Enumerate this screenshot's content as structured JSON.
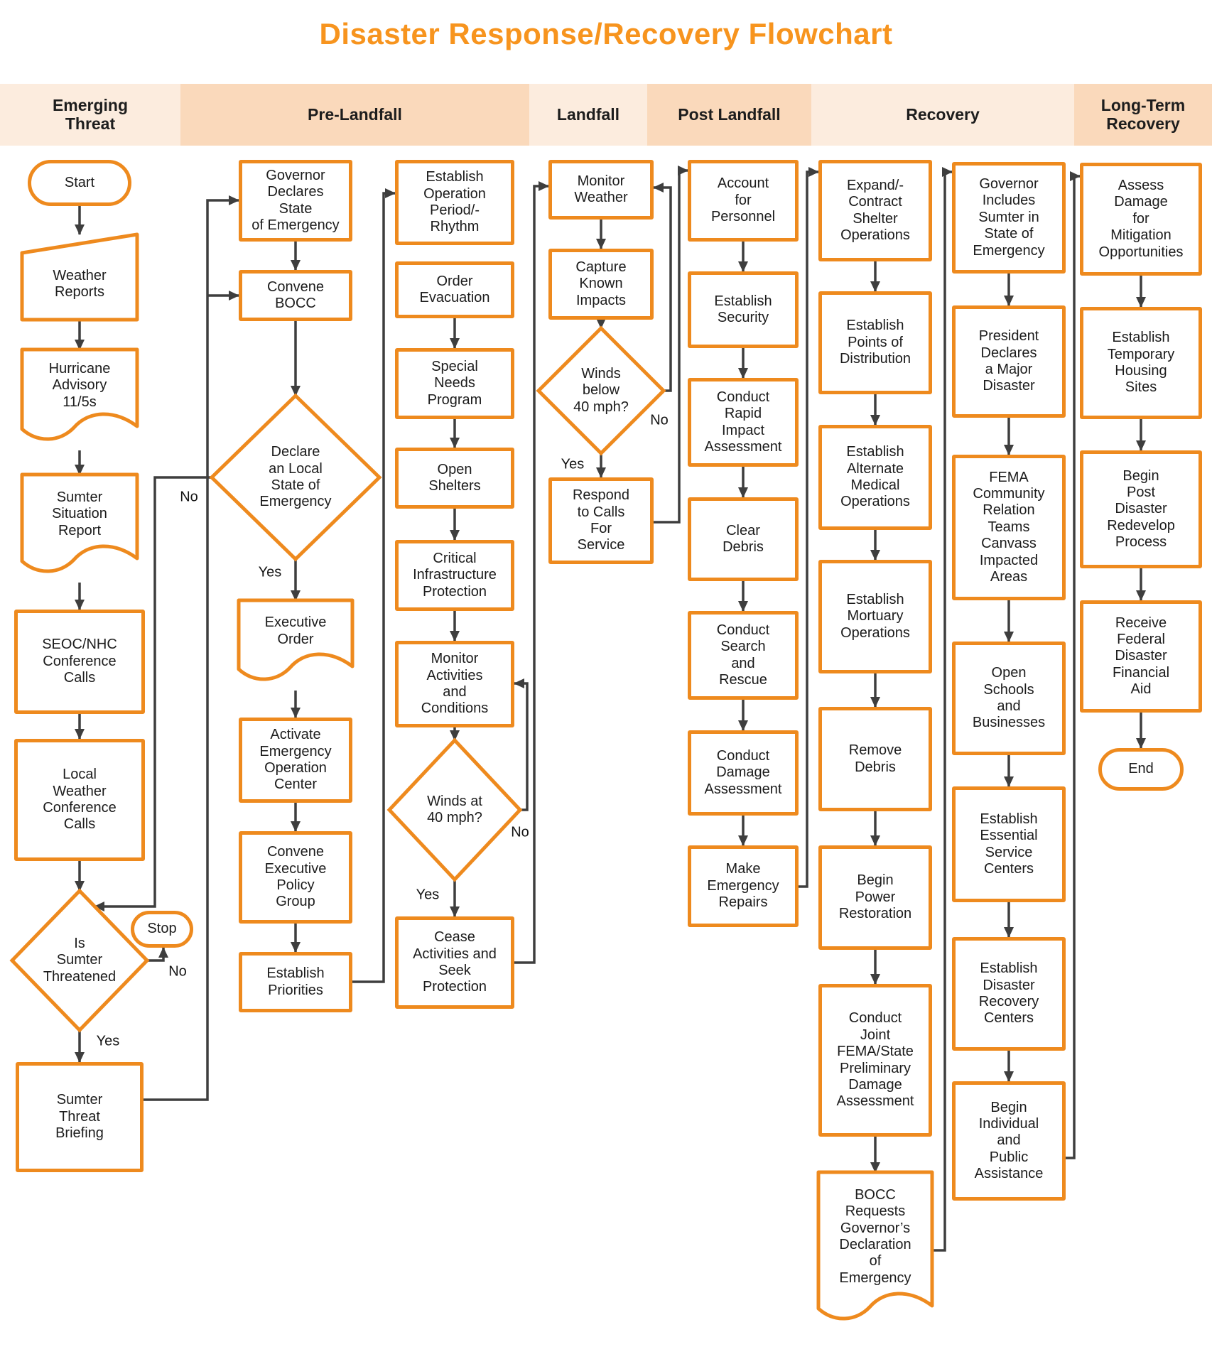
{
  "title": "Disaster Response/Recovery Flowchart",
  "colors": {
    "title_orange": "#F7941E",
    "shape_border_orange": "#EE8A1E",
    "connector_gray": "#3E3E3E",
    "text_dark": "#1C1C1C",
    "lane_light": "#FCECDE",
    "lane_dark": "#FAD9BB"
  },
  "lanes": [
    {
      "label": "Emerging Threat"
    },
    {
      "label": "Pre-Landfall"
    },
    {
      "label": "Landfall"
    },
    {
      "label": "Post Landfall"
    },
    {
      "label": "Recovery"
    },
    {
      "label": "Long-Term Recovery"
    }
  ],
  "nodes": [
    {
      "id": "start",
      "shape": "stadium",
      "label": "Start"
    },
    {
      "id": "weather_reports",
      "shape": "manual",
      "label": "Weather\nReports"
    },
    {
      "id": "hurricane_advisory",
      "shape": "document",
      "label": "Hurricane\nAdvisory\n11/5s"
    },
    {
      "id": "sumter_sitrep",
      "shape": "document",
      "label": "Sumter\nSituation\nReport"
    },
    {
      "id": "seoc_nhc",
      "shape": "rect",
      "label": "SEOC/NHC\nConference\nCalls"
    },
    {
      "id": "local_weather",
      "shape": "rect",
      "label": "Local\nWeather\nConference\nCalls"
    },
    {
      "id": "is_sumter",
      "shape": "diamond",
      "label": "Is\nSumter\nThreatened"
    },
    {
      "id": "stop",
      "shape": "stadium",
      "label": "Stop"
    },
    {
      "id": "sumter_briefing",
      "shape": "rect",
      "label": "Sumter\nThreat\nBriefing"
    },
    {
      "id": "governor_soe",
      "shape": "rect",
      "label": "Governor\nDeclares\nState\nof Emergency"
    },
    {
      "id": "convene_bocc",
      "shape": "rect",
      "label": "Convene\nBOCC"
    },
    {
      "id": "declare_soe",
      "shape": "diamond",
      "label": "Declare\nan Local\nState of\nEmergency"
    },
    {
      "id": "executive_order",
      "shape": "document",
      "label": "Executive\nOrder"
    },
    {
      "id": "activate_eoc",
      "shape": "rect",
      "label": "Activate\nEmergency\nOperation\nCenter"
    },
    {
      "id": "convene_epg",
      "shape": "rect",
      "label": "Convene\nExecutive\nPolicy\nGroup"
    },
    {
      "id": "establish_priorities",
      "shape": "rect",
      "label": "Establish\nPriorities"
    },
    {
      "id": "establish_op",
      "shape": "rect",
      "label": "Establish\nOperation\nPeriod/-\nRhythm"
    },
    {
      "id": "order_evac",
      "shape": "rect",
      "label": "Order\nEvacuation"
    },
    {
      "id": "special_needs",
      "shape": "rect",
      "label": "Special\nNeeds\nProgram"
    },
    {
      "id": "open_shelters",
      "shape": "rect",
      "label": "Open\nShelters"
    },
    {
      "id": "critical_infra",
      "shape": "rect",
      "label": "Critical\nInfrastructure\nProtection"
    },
    {
      "id": "monitor_activities",
      "shape": "rect",
      "label": "Monitor\nActivities\nand\nConditions"
    },
    {
      "id": "winds40",
      "shape": "diamond",
      "label": "Winds at\n40 mph?"
    },
    {
      "id": "cease_activities",
      "shape": "rect",
      "label": "Cease\nActivities and\nSeek\nProtection"
    },
    {
      "id": "monitor_weather",
      "shape": "rect",
      "label": "Monitor\nWeather"
    },
    {
      "id": "capture_impacts",
      "shape": "rect",
      "label": "Capture\nKnown\nImpacts"
    },
    {
      "id": "winds_below",
      "shape": "diamond",
      "label": "Winds\nbelow\n40 mph?"
    },
    {
      "id": "respond_calls",
      "shape": "rect",
      "label": "Respond\nto Calls\nFor\nService"
    },
    {
      "id": "account_personnel",
      "shape": "rect",
      "label": "Account\nfor\nPersonnel"
    },
    {
      "id": "establish_security",
      "shape": "rect",
      "label": "Establish\nSecurity"
    },
    {
      "id": "conduct_rapid",
      "shape": "rect",
      "label": "Conduct\nRapid\nImpact\nAssessment"
    },
    {
      "id": "clear_debris",
      "shape": "rect",
      "label": "Clear\nDebris"
    },
    {
      "id": "conduct_sar",
      "shape": "rect",
      "label": "Conduct\nSearch\nand\nRescue"
    },
    {
      "id": "conduct_damage",
      "shape": "rect",
      "label": "Conduct\nDamage\nAssessment"
    },
    {
      "id": "make_repairs",
      "shape": "rect",
      "label": "Make\nEmergency\nRepairs"
    },
    {
      "id": "expand_shelter",
      "shape": "rect",
      "label": "Expand/-\nContract\nShelter\nOperations"
    },
    {
      "id": "points_distribution",
      "shape": "rect",
      "label": "Establish\nPoints of\nDistribution"
    },
    {
      "id": "alt_medical",
      "shape": "rect",
      "label": "Establish\nAlternate\nMedical\nOperations"
    },
    {
      "id": "mortuary",
      "shape": "rect",
      "label": "Establish\nMortuary\nOperations"
    },
    {
      "id": "remove_debris",
      "shape": "rect",
      "label": "Remove\nDebris"
    },
    {
      "id": "power_restoration",
      "shape": "rect",
      "label": "Begin\nPower\nRestoration"
    },
    {
      "id": "joint_pda",
      "shape": "rect",
      "label": "Conduct\nJoint\nFEMA/State\nPreliminary\nDamage\nAssessment"
    },
    {
      "id": "bocc_requests",
      "shape": "document",
      "label": "BOCC\nRequests\nGovernor’s\nDeclaration\nof\nEmergency"
    },
    {
      "id": "governor_includes",
      "shape": "rect",
      "label": "Governor\nIncludes\nSumter in\nState of\nEmergency"
    },
    {
      "id": "president_declares",
      "shape": "rect",
      "label": "President\nDeclares\na Major\nDisaster"
    },
    {
      "id": "fema_crt",
      "shape": "rect",
      "label": "FEMA\nCommunity\nRelation\nTeams\nCanvass\nImpacted\nAreas"
    },
    {
      "id": "open_schools",
      "shape": "rect",
      "label": "Open\nSchools\nand\nBusinesses"
    },
    {
      "id": "essential_centers",
      "shape": "rect",
      "label": "Establish\nEssential\nService\nCenters"
    },
    {
      "id": "drc",
      "shape": "rect",
      "label": "Establish\nDisaster\nRecovery\nCenters"
    },
    {
      "id": "begin_ia",
      "shape": "rect",
      "label": "Begin\nIndividual\nand\nPublic\nAssistance"
    },
    {
      "id": "assess_damage",
      "shape": "rect",
      "label": "Assess\nDamage\nfor\nMitigation\nOpportunities"
    },
    {
      "id": "temp_housing",
      "shape": "rect",
      "label": "Establish\nTemporary\nHousing\nSites"
    },
    {
      "id": "begin_post",
      "shape": "rect",
      "label": "Begin\nPost\nDisaster\nRedevelop\nProcess"
    },
    {
      "id": "receive_aid",
      "shape": "rect",
      "label": "Receive\nFederal\nDisaster\nFinancial\nAid"
    },
    {
      "id": "end",
      "shape": "stadium",
      "label": "End"
    }
  ],
  "edges": [
    {
      "from": "start",
      "to": "weather_reports"
    },
    {
      "from": "weather_reports",
      "to": "hurricane_advisory"
    },
    {
      "from": "hurricane_advisory",
      "to": "sumter_sitrep"
    },
    {
      "from": "sumter_sitrep",
      "to": "seoc_nhc"
    },
    {
      "from": "seoc_nhc",
      "to": "local_weather"
    },
    {
      "from": "local_weather",
      "to": "is_sumter"
    },
    {
      "from": "is_sumter",
      "to": "stop",
      "label": "No"
    },
    {
      "from": "is_sumter",
      "to": "sumter_briefing",
      "label": "Yes"
    },
    {
      "from": "sumter_briefing",
      "to": "governor_soe"
    },
    {
      "from": "sumter_briefing",
      "to": "convene_bocc"
    },
    {
      "from": "governor_soe",
      "to": "convene_bocc"
    },
    {
      "from": "convene_bocc",
      "to": "declare_soe"
    },
    {
      "from": "declare_soe",
      "to": "executive_order",
      "label": "Yes"
    },
    {
      "from": "declare_soe",
      "to": "is_sumter",
      "label": "No"
    },
    {
      "from": "executive_order",
      "to": "activate_eoc"
    },
    {
      "from": "activate_eoc",
      "to": "convene_epg"
    },
    {
      "from": "convene_epg",
      "to": "establish_priorities"
    },
    {
      "from": "establish_priorities",
      "to": "establish_op"
    },
    {
      "from": "order_evac",
      "to": "special_needs"
    },
    {
      "from": "special_needs",
      "to": "open_shelters"
    },
    {
      "from": "open_shelters",
      "to": "critical_infra"
    },
    {
      "from": "critical_infra",
      "to": "monitor_activities"
    },
    {
      "from": "monitor_activities",
      "to": "winds40"
    },
    {
      "from": "winds40",
      "to": "cease_activities",
      "label": "Yes"
    },
    {
      "from": "winds40",
      "to": "monitor_activities",
      "label": "No"
    },
    {
      "from": "cease_activities",
      "to": "monitor_weather"
    },
    {
      "from": "monitor_weather",
      "to": "capture_impacts"
    },
    {
      "from": "capture_impacts",
      "to": "winds_below"
    },
    {
      "from": "winds_below",
      "to": "respond_calls",
      "label": "Yes"
    },
    {
      "from": "winds_below",
      "to": "monitor_weather",
      "label": "No"
    },
    {
      "from": "respond_calls",
      "to": "account_personnel"
    },
    {
      "from": "account_personnel",
      "to": "establish_security"
    },
    {
      "from": "establish_security",
      "to": "conduct_rapid"
    },
    {
      "from": "conduct_rapid",
      "to": "clear_debris"
    },
    {
      "from": "clear_debris",
      "to": "conduct_sar"
    },
    {
      "from": "conduct_sar",
      "to": "conduct_damage"
    },
    {
      "from": "conduct_damage",
      "to": "make_repairs"
    },
    {
      "from": "make_repairs",
      "to": "expand_shelter"
    },
    {
      "from": "expand_shelter",
      "to": "points_distribution"
    },
    {
      "from": "points_distribution",
      "to": "alt_medical"
    },
    {
      "from": "alt_medical",
      "to": "mortuary"
    },
    {
      "from": "mortuary",
      "to": "remove_debris"
    },
    {
      "from": "remove_debris",
      "to": "power_restoration"
    },
    {
      "from": "power_restoration",
      "to": "joint_pda"
    },
    {
      "from": "joint_pda",
      "to": "bocc_requests"
    },
    {
      "from": "bocc_requests",
      "to": "governor_includes"
    },
    {
      "from": "governor_includes",
      "to": "president_declares"
    },
    {
      "from": "president_declares",
      "to": "fema_crt"
    },
    {
      "from": "fema_crt",
      "to": "open_schools"
    },
    {
      "from": "open_schools",
      "to": "essential_centers"
    },
    {
      "from": "essential_centers",
      "to": "drc"
    },
    {
      "from": "drc",
      "to": "begin_ia"
    },
    {
      "from": "begin_ia",
      "to": "assess_damage"
    },
    {
      "from": "assess_damage",
      "to": "temp_housing"
    },
    {
      "from": "temp_housing",
      "to": "begin_post"
    },
    {
      "from": "begin_post",
      "to": "receive_aid"
    },
    {
      "from": "receive_aid",
      "to": "end"
    }
  ]
}
